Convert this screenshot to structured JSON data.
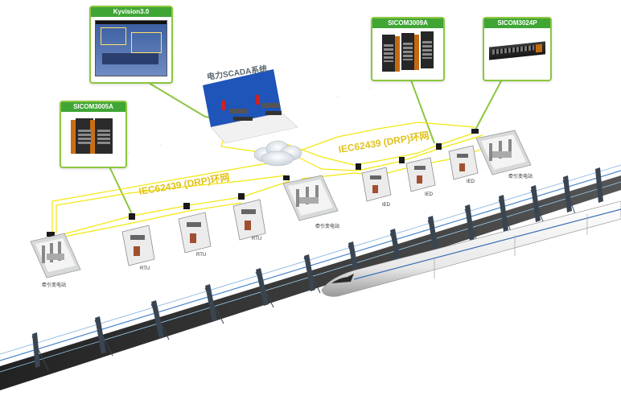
{
  "callouts": {
    "kyvision": "Kyvision3.0",
    "sicom3005a": "SICOM3005A",
    "sicom3009a": "SICOM3009A",
    "sicom3024p": "SICOM3024P"
  },
  "scada_title": "电力SCADA系统",
  "rings": {
    "left": "IEC62439 (DRP)环网",
    "right": "IEC62439 (DRP)环网"
  },
  "devices": {
    "rtu": "RTU",
    "ied": "IED",
    "substation": "牵引变电站"
  },
  "colors": {
    "ring": "#f2e600",
    "callout_border": "#8cc63f",
    "callout_header": "#3fa535",
    "ring_label": "#e2c21a"
  }
}
